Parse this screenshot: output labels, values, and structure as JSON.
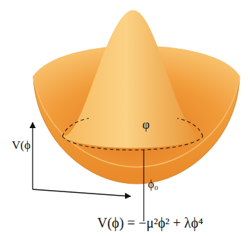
{
  "diagram": {
    "labels": [
      "V(ϕ",
      "φ",
      "ϕ₀",
      "V(ϕ) = −μ²ϕ² + λϕ⁴"
    ]
  }
}
